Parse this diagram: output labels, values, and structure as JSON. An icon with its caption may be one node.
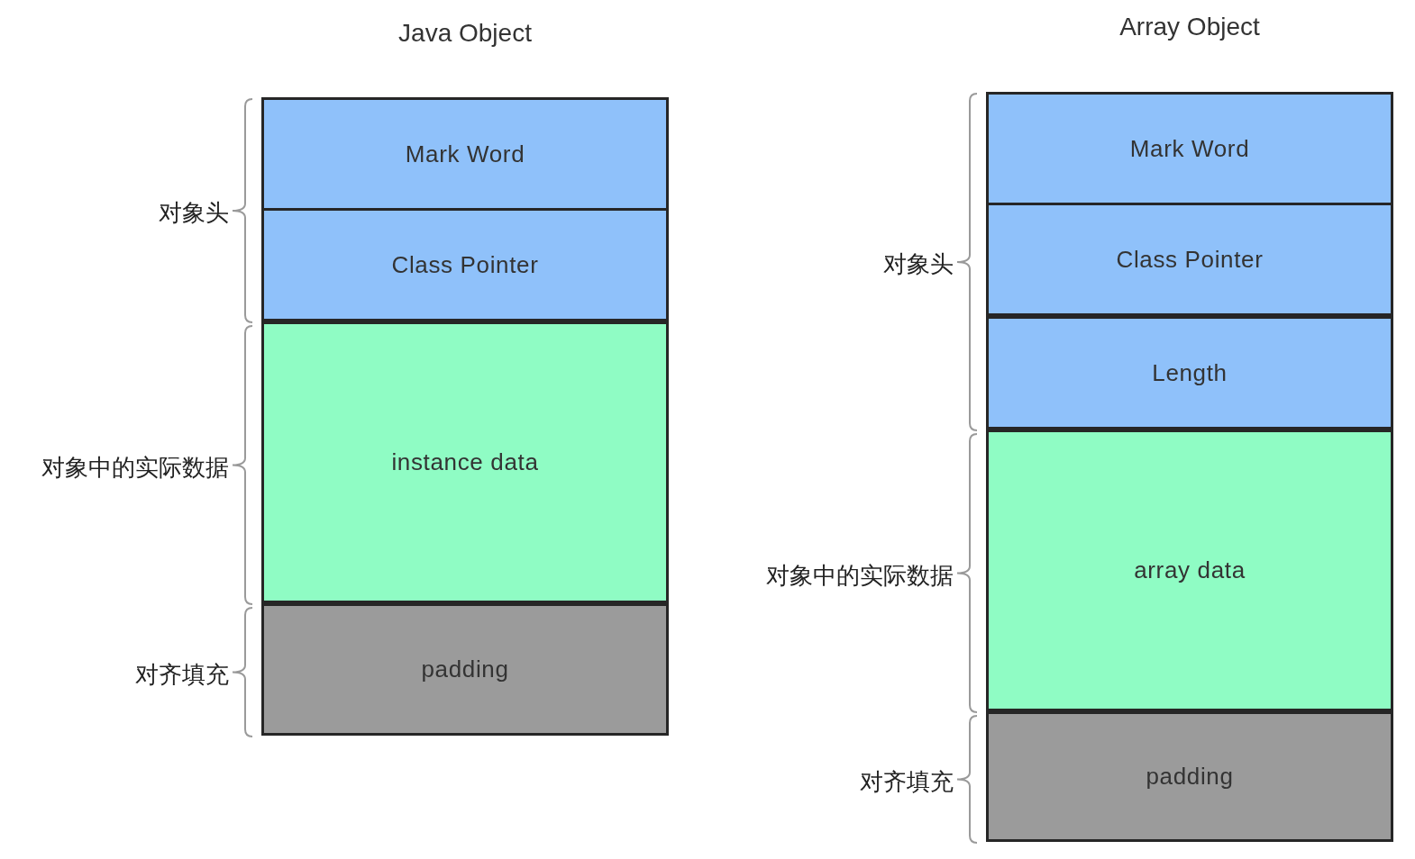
{
  "diagram": {
    "nodes": [
      {
        "text": [
          "Mark Word"
        ]
      },
      {
        "text": [
          "Class Pointer"
        ]
      },
      {
        "text": [
          "instance data"
        ]
      },
      {
        "text": [
          "padding"
        ]
      },
      {
        "text": [
          "Mark Word"
        ]
      },
      {
        "text": [
          "Class Pointer"
        ]
      },
      {
        "text": [
          "Length"
        ]
      },
      {
        "text": [
          "array data"
        ]
      },
      {
        "text": [
          "padding"
        ]
      }
    ],
    "labels": [
      "Java Object",
      "Array Object",
      "对象头",
      "对象中的实际数据",
      "对齐填充",
      "对象头",
      "对象中的实际数据",
      "对齐填充"
    ]
  }
}
